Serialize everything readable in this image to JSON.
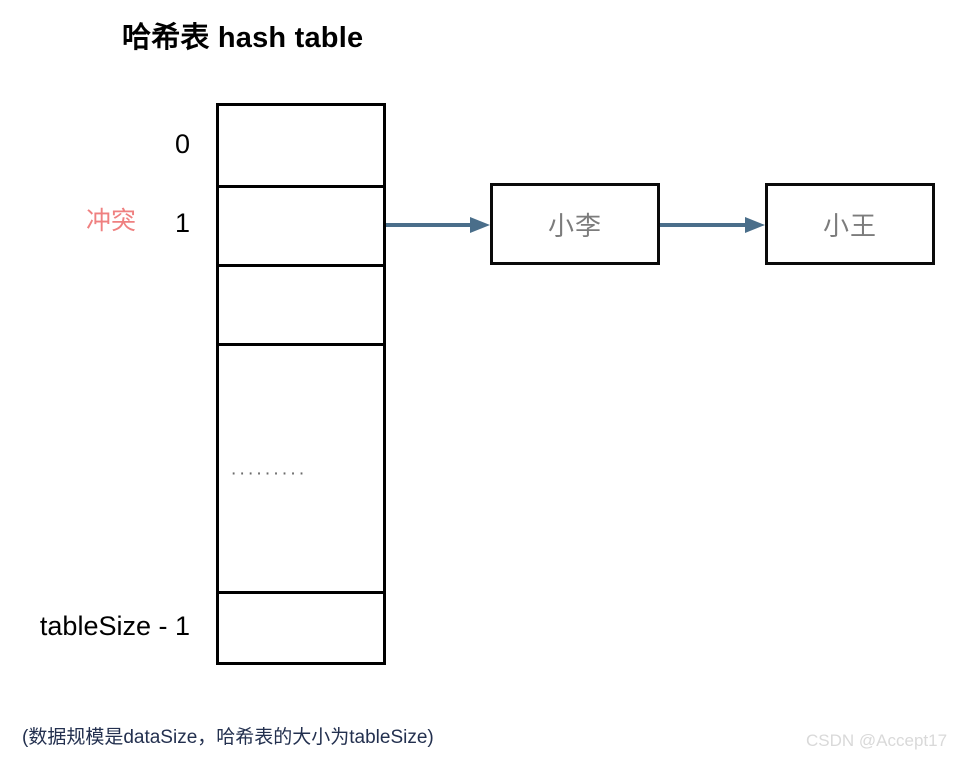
{
  "title": "哈希表 hash table",
  "table": {
    "slots": [
      {
        "index_label": "0",
        "content": ""
      },
      {
        "index_label": "1",
        "content": ""
      },
      {
        "index_label": "",
        "content": ""
      },
      {
        "index_label": "",
        "content": "........."
      },
      {
        "index_label": "tableSize - 1",
        "content": ""
      }
    ]
  },
  "annotations": {
    "collision": "冲突"
  },
  "chain": {
    "nodes": [
      {
        "label": "小李"
      },
      {
        "label": "小王"
      }
    ]
  },
  "caption": "(数据规模是dataSize，哈希表的大小为tableSize)",
  "watermark": "CSDN @Accept17",
  "colors": {
    "collision_red": "#ef8080",
    "arrow_blue": "#4a6e8a",
    "node_text_gray": "#7c7c7c",
    "caption_navy": "#23304f",
    "watermark_gray": "#d9d9d9",
    "border_black": "#000000"
  }
}
